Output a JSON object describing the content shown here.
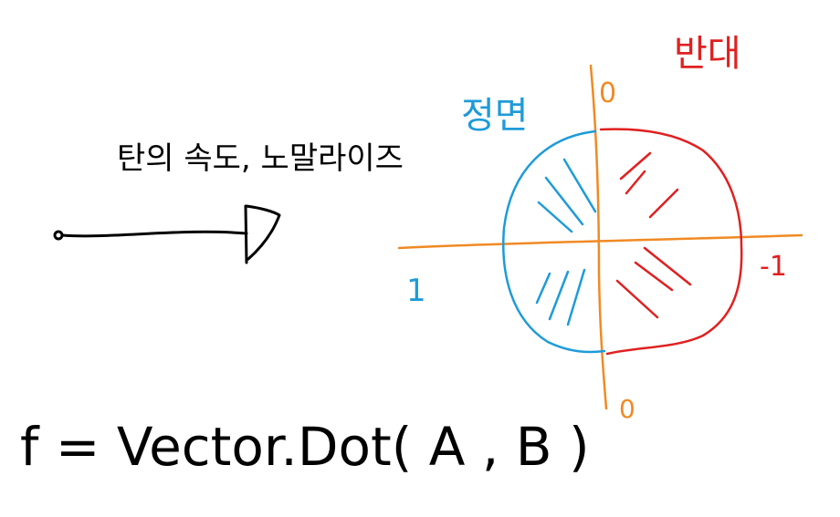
{
  "labels": {
    "caption": "탄의 속도, 노말라이즈",
    "front": "정면",
    "opposite": "반대",
    "top_value": "0",
    "bottom_value": "0",
    "left_value": "1",
    "right_value": "-1",
    "formula": "f = Vector.Dot( A , B )"
  },
  "colors": {
    "ink": "#000000",
    "axis": "#f08a24",
    "front": "#1e9bd8",
    "opposite": "#e02020"
  }
}
